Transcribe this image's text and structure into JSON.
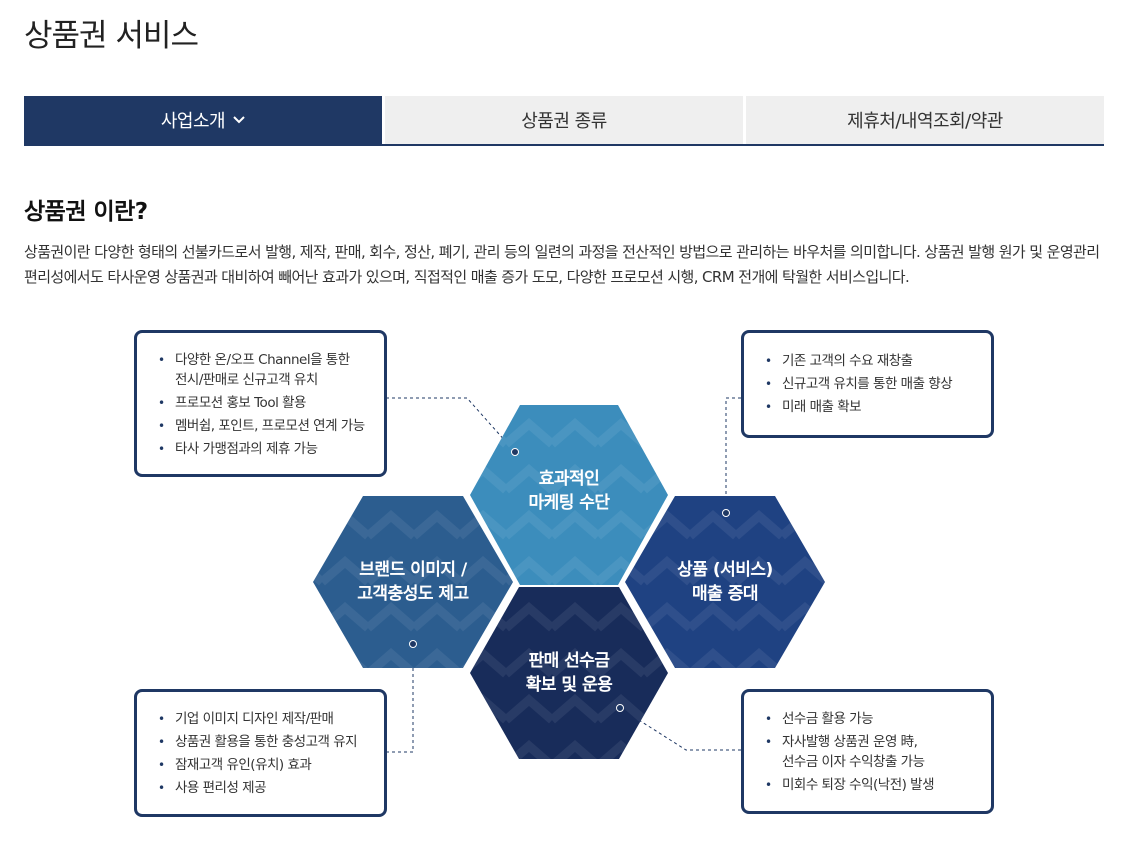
{
  "page": {
    "title": "상품권 서비스"
  },
  "tabs": [
    {
      "label": "사업소개",
      "active": true,
      "icon": "chevron-down-icon"
    },
    {
      "label": "상품권 종류",
      "active": false
    },
    {
      "label": "제휴처/내역조회/약관",
      "active": false
    }
  ],
  "section": {
    "heading": "상품권 이란?",
    "description": "상품권이란 다양한 형태의 선불카드로서 발행, 제작, 판매, 회수, 정산, 폐기, 관리 등의 일련의 과정을 전산적인 방법으로 관리하는 바우처를 의미합니다. 상품권 발행 원가 및 운영관리 편리성에서도 타사운영 상품권과 대비하여 빼어난 효과가 있으며, 직접적인 매출 증가 도모, 다양한 프로모션 시행, CRM 전개에 탁월한 서비스입니다."
  },
  "diagram": {
    "hexagons": [
      {
        "id": "marketing",
        "label": "효과적인\n마케팅 수단",
        "color": "#3c8dbc"
      },
      {
        "id": "sales",
        "label": "상품 (서비스)\n매출 증대",
        "color": "#1f4282"
      },
      {
        "id": "brand",
        "label": "브랜드 이미지 /\n고객충성도 제고",
        "color": "#2c5d8f"
      },
      {
        "id": "prepaid",
        "label": "판매 선수금\n확보  및 운용",
        "color": "#182c5a"
      }
    ],
    "boxes": {
      "top_left": [
        "다양한 온/오프 Channel을 통한\n전시/판매로 신규고객 유치",
        "프로모션 홍보 Tool  활용",
        "멤버쉽, 포인트, 프로모션 연계 가능",
        "타사 가맹점과의 제휴 가능"
      ],
      "top_right": [
        "기존 고객의 수요 재창출",
        "신규고객 유치를 통한 매출 향상",
        "미래 매출 확보"
      ],
      "bottom_left": [
        "기업 이미지 디자인 제작/판매",
        "상품권 활용을 통한 충성고객 유지",
        "잠재고객 유인(유치) 효과",
        "사용 편리성 제공"
      ],
      "bottom_right": [
        "선수금 활용 가능",
        "자사발행 상품권 운영 時,\n선수금 이자 수익창출 가능",
        "미회수 퇴장 수익(낙전) 발생"
      ]
    },
    "colors": {
      "border": "#1f3864",
      "connector": "#1f3864",
      "text": "#333333"
    }
  }
}
